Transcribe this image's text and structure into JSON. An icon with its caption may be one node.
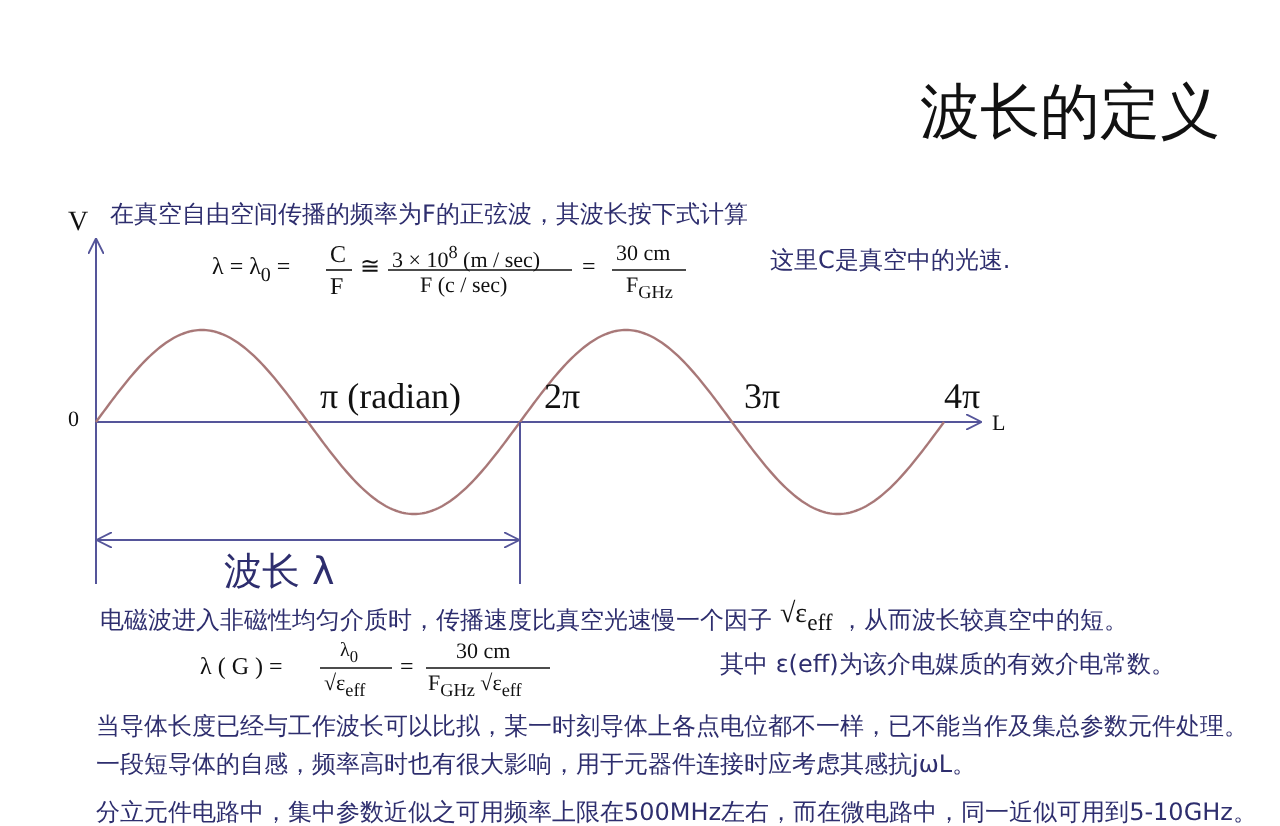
{
  "diagram": {
    "title": "波长的定义",
    "labels": [
      "V",
      "在真空自由空间传播的频率为F的正弦波，其波长按下式计算",
      "λ = λ$_{0}$ =",
      "C",
      "F",
      "≅",
      "3 × 10$^{8}$ (m / sec)",
      "F (c / sec)",
      "=",
      "30 cm",
      "F$_{GHz}$",
      "这里C是真空中的光速.",
      "0",
      "π (radian)",
      "2π",
      "3π",
      "4π",
      "L",
      "波长 λ",
      "电磁波进入非磁性均匀介质时，传播速度比真空光速慢一个因子",
      "√ε$_{eff}$",
      "，从而波长较真空中的短。",
      "λ ( G ) =",
      "λ$_{0}$",
      "√ε$_{eff}$",
      "=",
      "30 cm",
      "F$_{GHz}$ √ε$_{eff}$",
      "其中 ε(eff)为该介电媒质的有效介电常数。",
      "当导体长度已经与工作波长可以比拟，某一时刻导体上各点电位都不一样，已不能当作及集总参数元件处理。",
      "一段短导体的自感，频率高时也有很大影响，用于元器件连接时应考虑其感抗jωL。",
      "分立元件电路中，集中参数近似之可用频率上限在500MHz左右，而在微电路中，同一近似可用到5-10GHz。"
    ]
  }
}
